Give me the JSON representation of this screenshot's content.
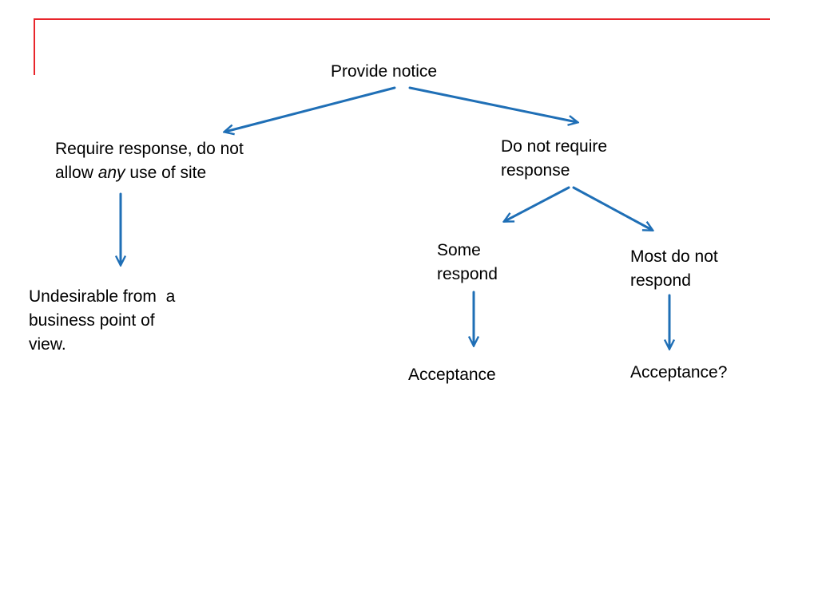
{
  "colors": {
    "frame": "#e8252b",
    "arrow": "#1f6fb6",
    "text": "#000000",
    "background": "#ffffff"
  },
  "diagram": {
    "root": "Provide notice",
    "require_response": {
      "line1": "Require response, do not",
      "line2_prefix": "allow ",
      "line2_emphasis": "any",
      "line2_suffix": " use of site"
    },
    "no_require_response": {
      "line1": "Do not require",
      "line2": "response"
    },
    "some_respond": {
      "line1": "Some",
      "line2": "respond"
    },
    "most_do_not_respond": {
      "line1": "Most do not",
      "line2": "respond"
    },
    "undesirable": {
      "line1": "Undesirable from  a",
      "line2": "business point of",
      "line3": "view."
    },
    "acceptance": "Acceptance",
    "acceptance_question": "Acceptance?"
  }
}
